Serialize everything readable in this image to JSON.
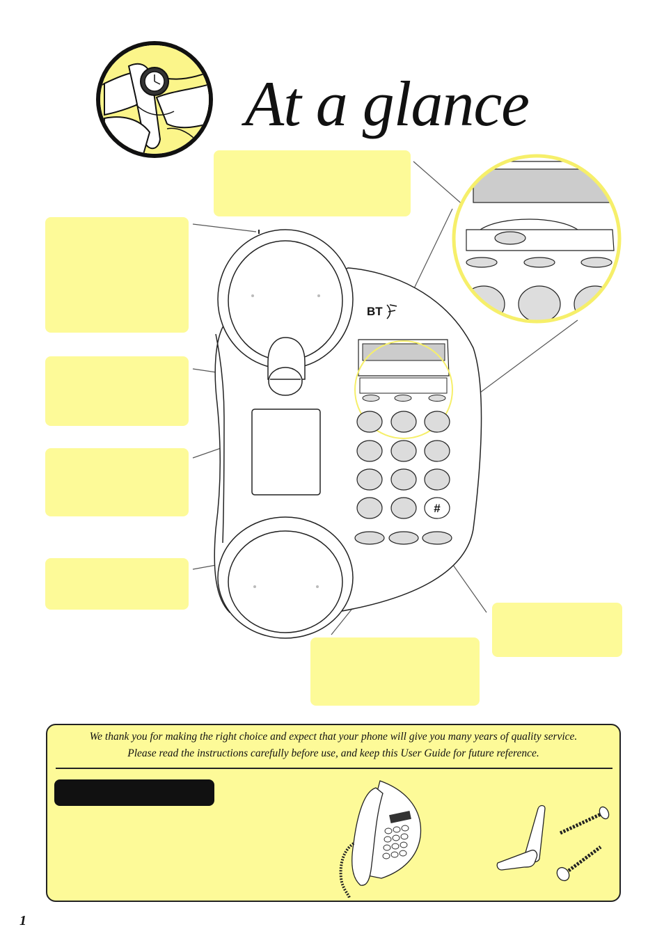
{
  "page": {
    "title": "At a glance",
    "page_number": "1"
  },
  "bottom_panel": {
    "intro_line_1": "We thank you for making the right choice and expect that your phone will give you many years of quality service.",
    "intro_line_2": "Please read the instructions carefully before use, and keep this User Guide for future reference."
  },
  "phone": {
    "brand": "BT",
    "keypad_symbol": "#"
  },
  "colors": {
    "callout_fill": "#fdfa98",
    "line": "#222222",
    "highlight_ring": "#f6ef6a"
  },
  "icons": [
    "watch-hand-icon",
    "phone-drawing",
    "wall-plug-icon",
    "screw-icon"
  ]
}
